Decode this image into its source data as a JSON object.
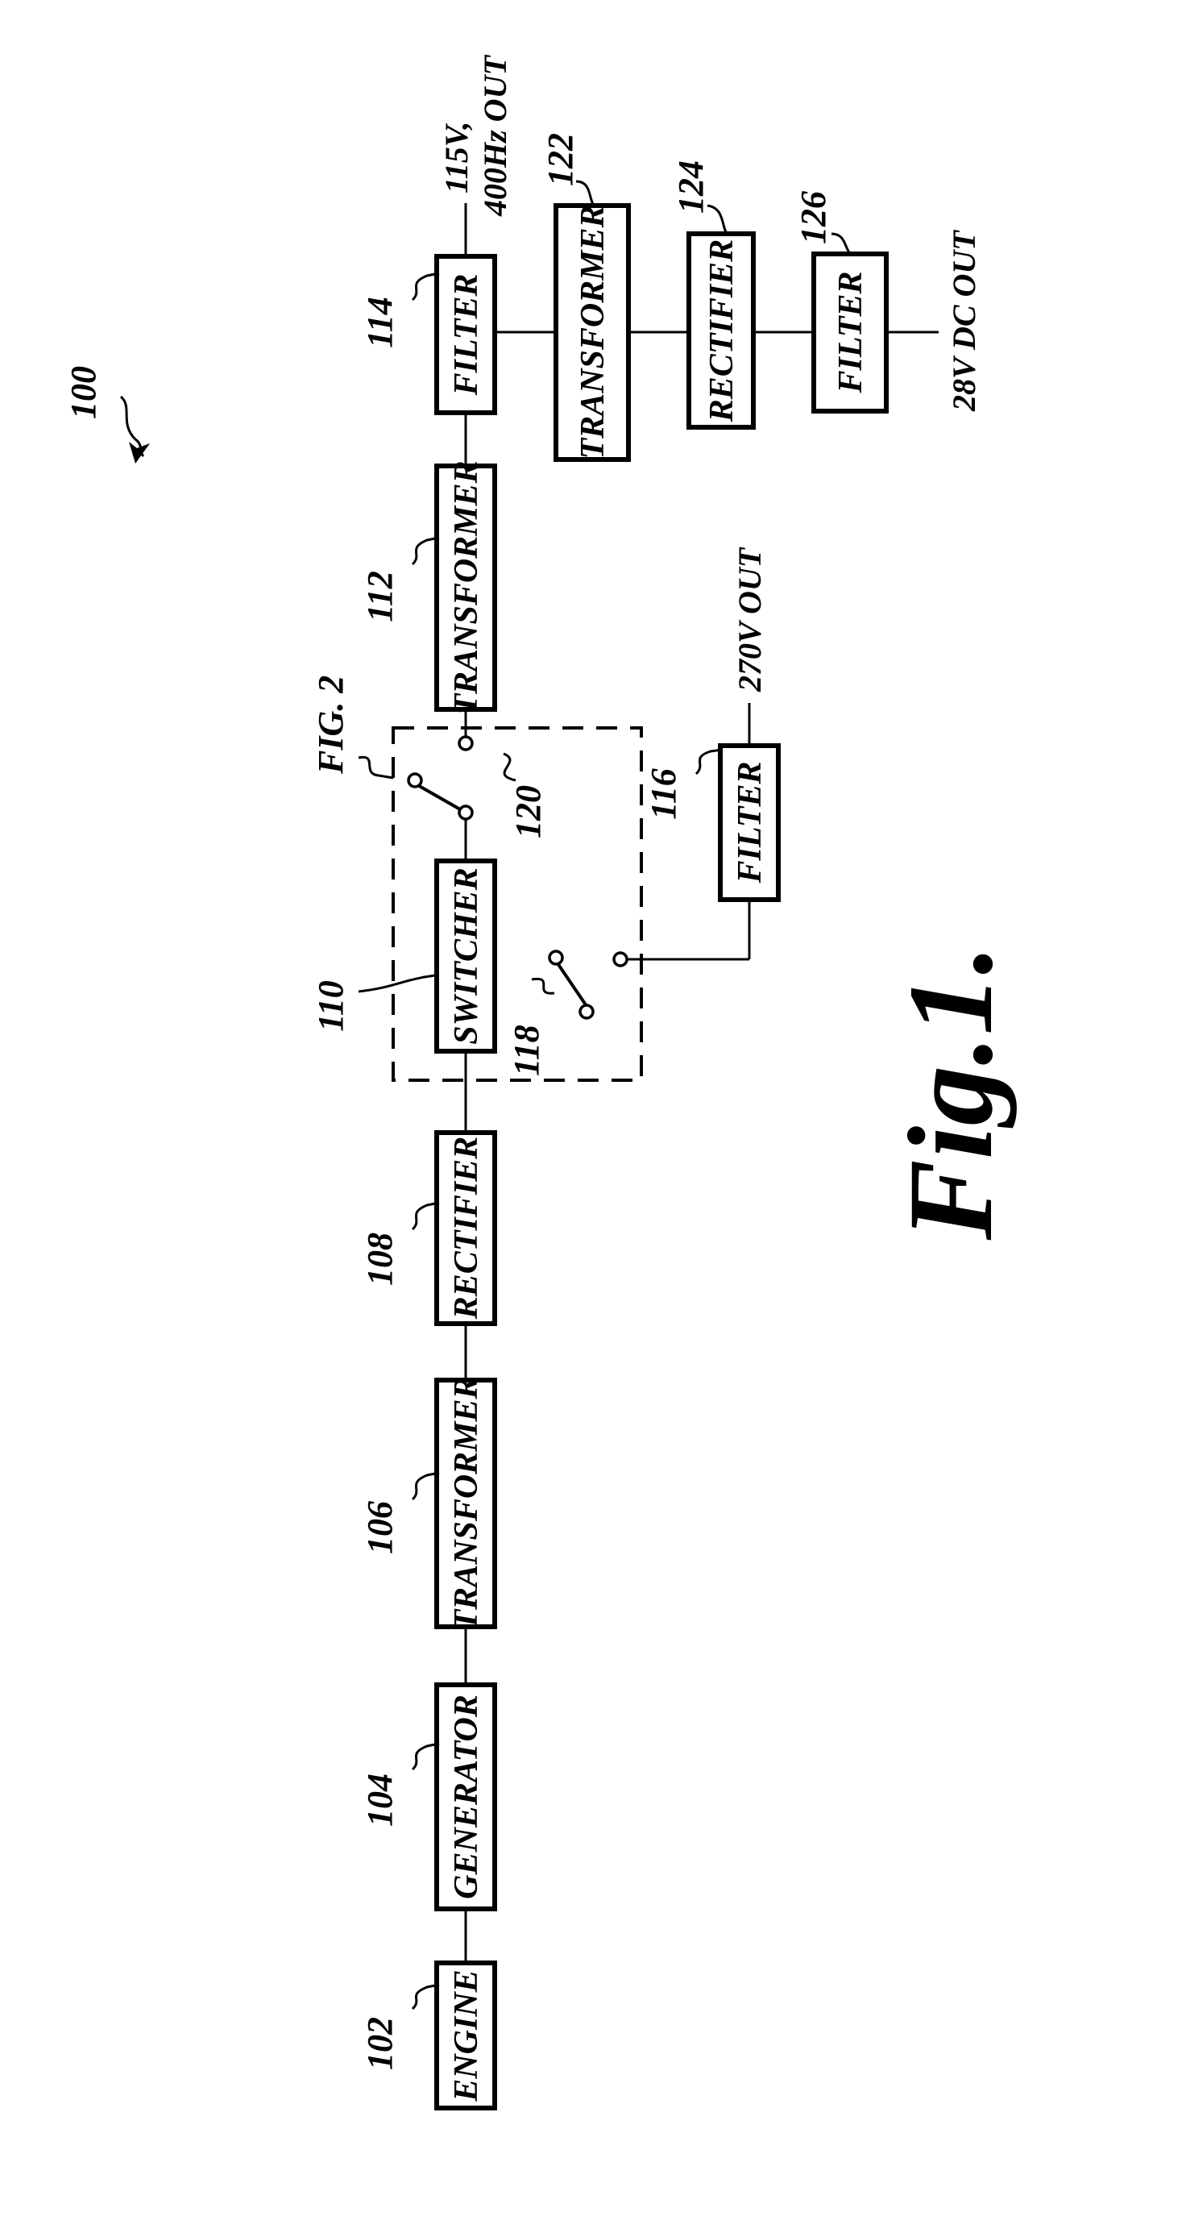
{
  "figure_ref": "100",
  "blocks": {
    "engine": {
      "label": "ENGINE",
      "ref": "102"
    },
    "generator": {
      "label": "GENERATOR",
      "ref": "104"
    },
    "transformer_106": {
      "label": "TRANSFORMER",
      "ref": "106"
    },
    "rectifier_108": {
      "label": "RECTIFIER",
      "ref": "108"
    },
    "switcher": {
      "label": "SWITCHER",
      "ref": "110"
    },
    "transformer_112": {
      "label": "TRANSFORMER",
      "ref": "112"
    },
    "filter_114": {
      "label": "FILTER",
      "ref": "114"
    },
    "filter_116": {
      "label": "FILTER",
      "ref": "116"
    },
    "transformer_122": {
      "label": "TRANSFORMER",
      "ref": "122"
    },
    "rectifier_124": {
      "label": "RECTIFIER",
      "ref": "124"
    },
    "filter_126": {
      "label": "FILTER",
      "ref": "126"
    }
  },
  "switches": {
    "switch_118": "118",
    "switch_120": "120"
  },
  "detail_ref": "FIG. 2",
  "outputs": {
    "ac_line1": "115V,",
    "ac_line2": "400Hz OUT",
    "dc_270": "270V OUT",
    "dc_28": "28V DC OUT"
  },
  "figure_caption": "Fig.1."
}
